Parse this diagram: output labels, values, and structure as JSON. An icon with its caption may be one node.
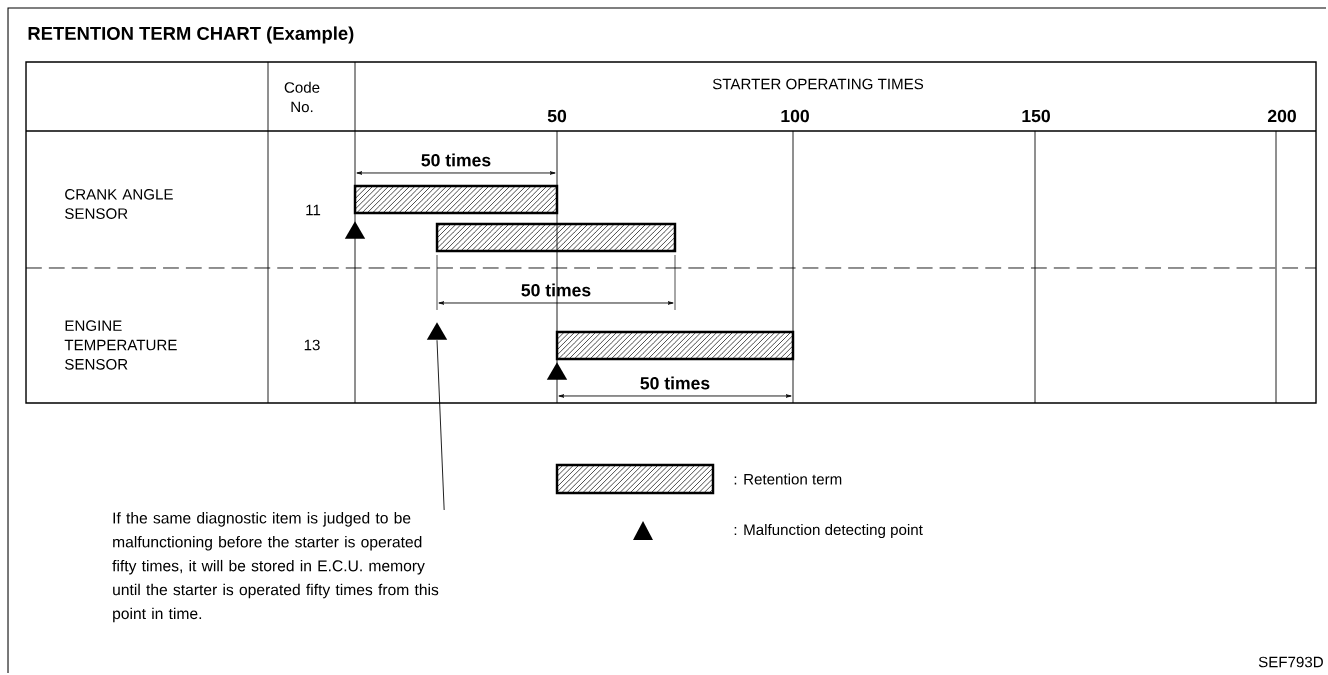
{
  "diagram": {
    "title": "RETENTION TERM CHART (Example)",
    "nodes": [
      {
        "text": [],
        "shape": "bar"
      },
      {
        "text": [],
        "shape": "triangle"
      },
      {
        "text": [],
        "shape": "bar"
      },
      {
        "text": [],
        "shape": "triangle"
      },
      {
        "text": [],
        "shape": "bar"
      },
      {
        "text": [],
        "shape": "triangle"
      },
      {
        "text": [
          "If the same diagnostic item is judged to be malfunctioning before the starter is operated fifty times, it will be stored in E.C.U. memory until the starter is operated fifty times from this point in time."
        ]
      }
    ],
    "edges": [
      {
        "from": 6,
        "to": 3,
        "arrow": "none"
      }
    ],
    "labels": [
      "Code No.",
      "STARTER OPERATING TIMES",
      "50",
      "100",
      "150",
      "200",
      "CRANK ANGLE SENSOR",
      "11",
      "ENGINE TEMPERATURE SENSOR",
      "13",
      "50 times",
      "50 times",
      "50 times",
      "SEF793D"
    ],
    "legend": [
      {
        "text": ": Retention term"
      },
      {
        "text": ": Malfunction detecting point"
      }
    ]
  }
}
